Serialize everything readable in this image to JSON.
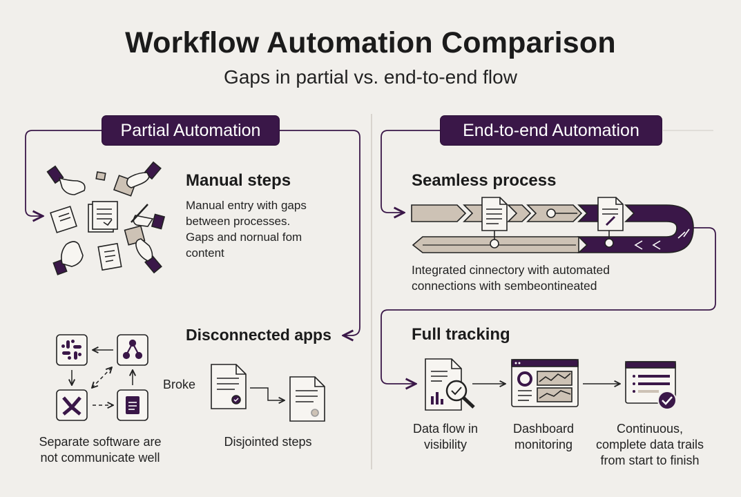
{
  "title": "Workflow Automation Comparison",
  "subtitle": "Gaps in partial vs. end-to-end flow",
  "partial": {
    "label": "Partial Automation",
    "manual": {
      "heading": "Manual steps",
      "body": [
        "Manual entry with gaps",
        "between processes.",
        "Gaps and nornual fom",
        "content"
      ]
    },
    "disconnected": {
      "heading": "Disconnected apps",
      "broke_label": "Broke",
      "software_caption": [
        "Separate software are",
        "not communicate well"
      ],
      "steps_caption": "Disjointed steps"
    }
  },
  "end_to_end": {
    "label": "End-to-end Automation",
    "seamless": {
      "heading": "Seamless process",
      "body": [
        "Integrated cinnectory with automated",
        "connections with sembeontineated"
      ]
    },
    "tracking": {
      "heading": "Full tracking",
      "captions": [
        [
          "Data flow in",
          "visibility"
        ],
        [
          "Dashboard",
          "monitoring"
        ],
        [
          "Continuous,",
          "complete data trails",
          "from start to finish"
        ]
      ]
    }
  },
  "colors": {
    "purple": "#3a1748",
    "beige": "#cdc2b5",
    "background": "#f1efeb"
  }
}
